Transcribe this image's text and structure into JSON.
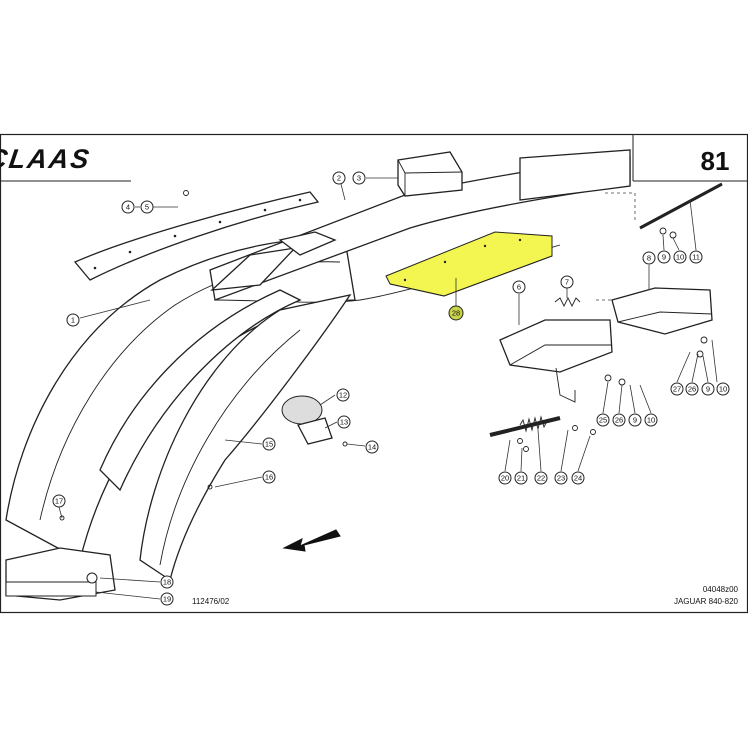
{
  "header": {
    "brand": "CLAAS",
    "page_number": "81"
  },
  "footer": {
    "drawing_number": "112476/02",
    "doc_code": "04048z00",
    "model": "JAGUAR 840-820"
  },
  "highlight": {
    "part_number": "28",
    "color": "#f3f550"
  },
  "callouts": [
    "1",
    "2",
    "3",
    "4",
    "5",
    "6",
    "7",
    "8",
    "9",
    "10",
    "11",
    "12",
    "13",
    "14",
    "15",
    "16",
    "17",
    "18",
    "19",
    "20",
    "21",
    "22",
    "23",
    "24",
    "25",
    "26",
    "27",
    "28"
  ],
  "colors": {
    "frame": "#222222",
    "highlight": "#f3f550",
    "callout_28_fill": "#c9d44a"
  }
}
